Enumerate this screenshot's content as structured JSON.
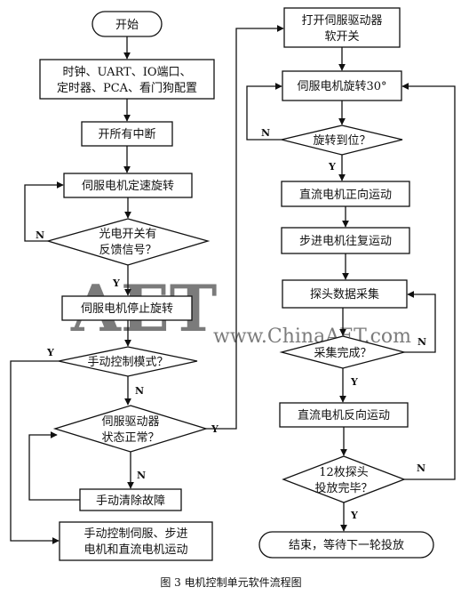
{
  "nodes": {
    "start": "开始",
    "init_line1": "时钟、UART、IO端口、",
    "init_line2": "定时器、PCA、看门狗配置",
    "enable_interrupts": "开所有中断",
    "servo_const": "伺服电机定速旋转",
    "photo_line1": "光电开关有",
    "photo_line2": "反馈信号？",
    "servo_stop": "伺服电机停止旋转",
    "manual_mode": "手动控制模式？",
    "drv_line1": "伺服驱动器",
    "drv_line2": "状态正常？",
    "clear_fault": "手动清除故障",
    "manual_line1": "手动控制伺服、步进",
    "manual_line2": "电机和直流电机运动",
    "open_line1": "打开伺服驱动器",
    "open_line2": "软开关",
    "rotate30": "伺服电机旋转30°",
    "rotated": "旋转到位？",
    "dc_forward": "直流电机正向运动",
    "stepper": "步进电机往复运动",
    "probe_collect": "探头数据采集",
    "collect_done": "采集完成？",
    "dc_reverse": "直流电机反向运动",
    "probes_line1": "12枚探头",
    "probes_line2": "投放完毕？",
    "end": "结束，等待下一轮投放"
  },
  "edge_labels": {
    "yes": "Y",
    "no": "N"
  },
  "caption": "图 3   电机控制单元软件流程图",
  "watermark": {
    "logo_text": "AET",
    "url": "www.ChinaAET.com",
    "color": "#e8b8b8"
  }
}
